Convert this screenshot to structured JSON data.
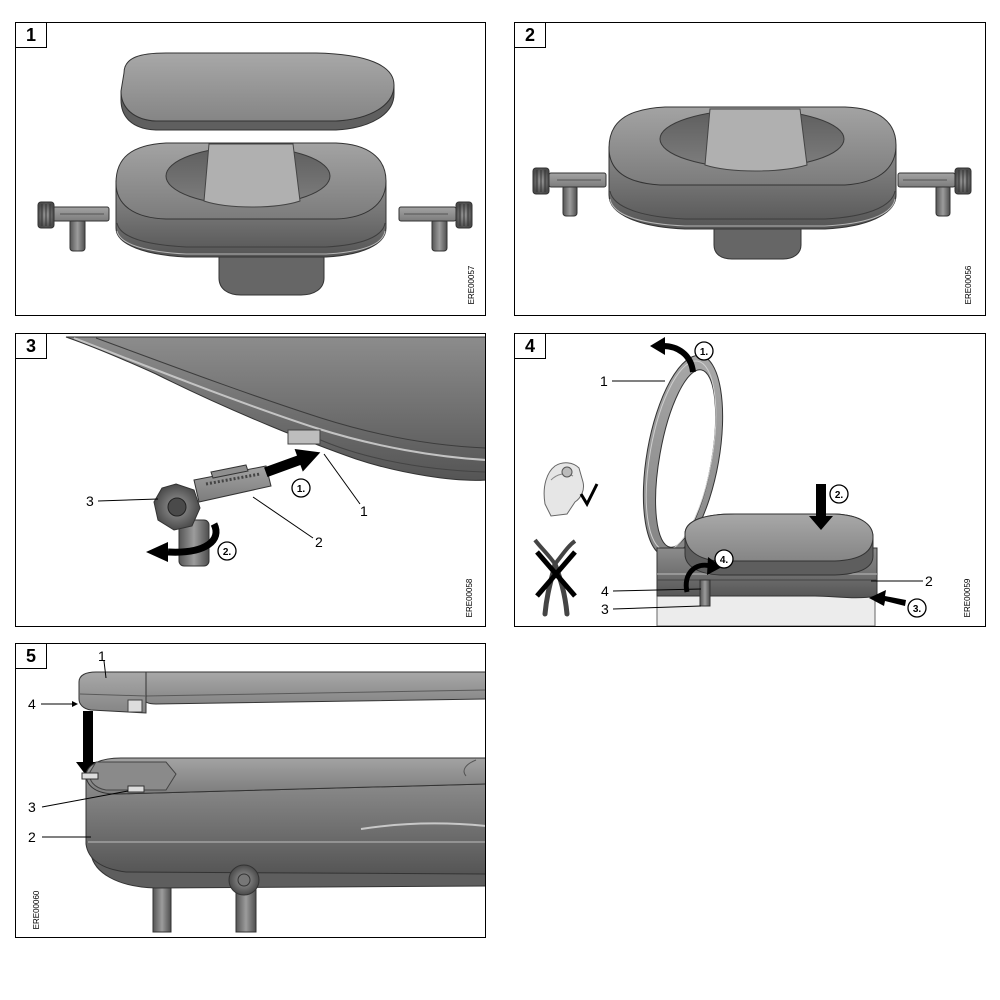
{
  "panels": [
    {
      "number": "1",
      "code": "ERE00057"
    },
    {
      "number": "2",
      "code": "ERE00056"
    },
    {
      "number": "3",
      "code": "ERE00058",
      "labels": [
        "3",
        "2",
        "1"
      ],
      "steps": [
        "1.",
        "2."
      ]
    },
    {
      "number": "4",
      "code": "ERE00059",
      "labels": [
        "1",
        "2",
        "4",
        "3"
      ],
      "steps": [
        "1.",
        "2.",
        "3.",
        "4."
      ]
    },
    {
      "number": "5",
      "code": "ERE00060",
      "labels": [
        "1",
        "4",
        "3",
        "2"
      ]
    }
  ],
  "icons": [
    "hand-knob-check-icon",
    "pliers-prohibited-icon"
  ],
  "colors": {
    "part_gray": "#7b7b7b",
    "arrow": "#000000",
    "frame": "#000000"
  }
}
